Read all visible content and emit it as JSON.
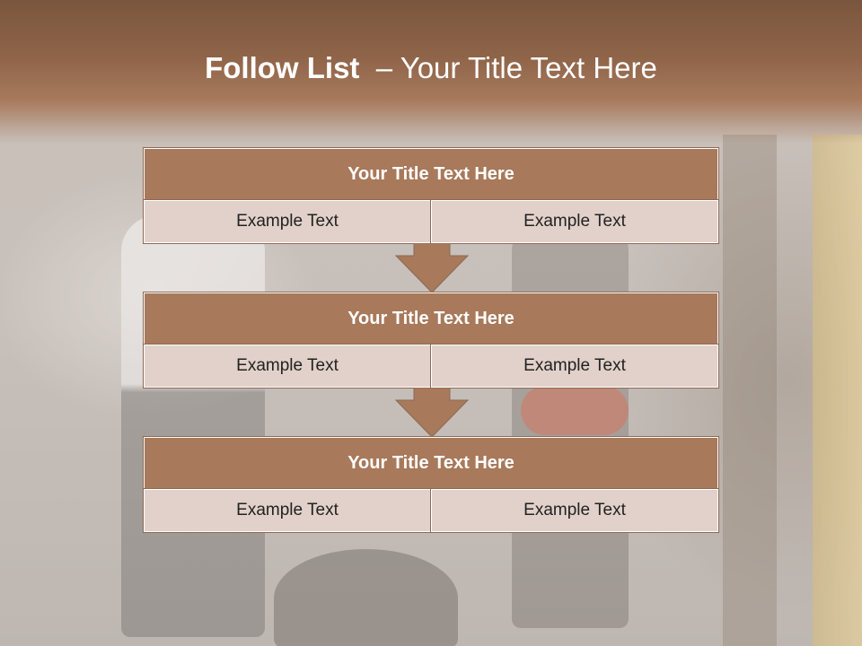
{
  "title": {
    "bold_part": "Follow List",
    "regular_part": "– Your Title Text Here"
  },
  "steps": [
    {
      "header": "Your Title Text Here",
      "left": "Example Text",
      "right": "Example Text"
    },
    {
      "header": "Your Title Text Here",
      "left": "Example Text",
      "right": "Example Text"
    },
    {
      "header": "Your Title Text Here",
      "left": "Example Text",
      "right": "Example Text"
    }
  ],
  "colors": {
    "header_fill": "#a8795a",
    "cell_fill": "#e2d1ca",
    "arrow_fill": "#a8795a",
    "title_band": "#8f6449"
  }
}
